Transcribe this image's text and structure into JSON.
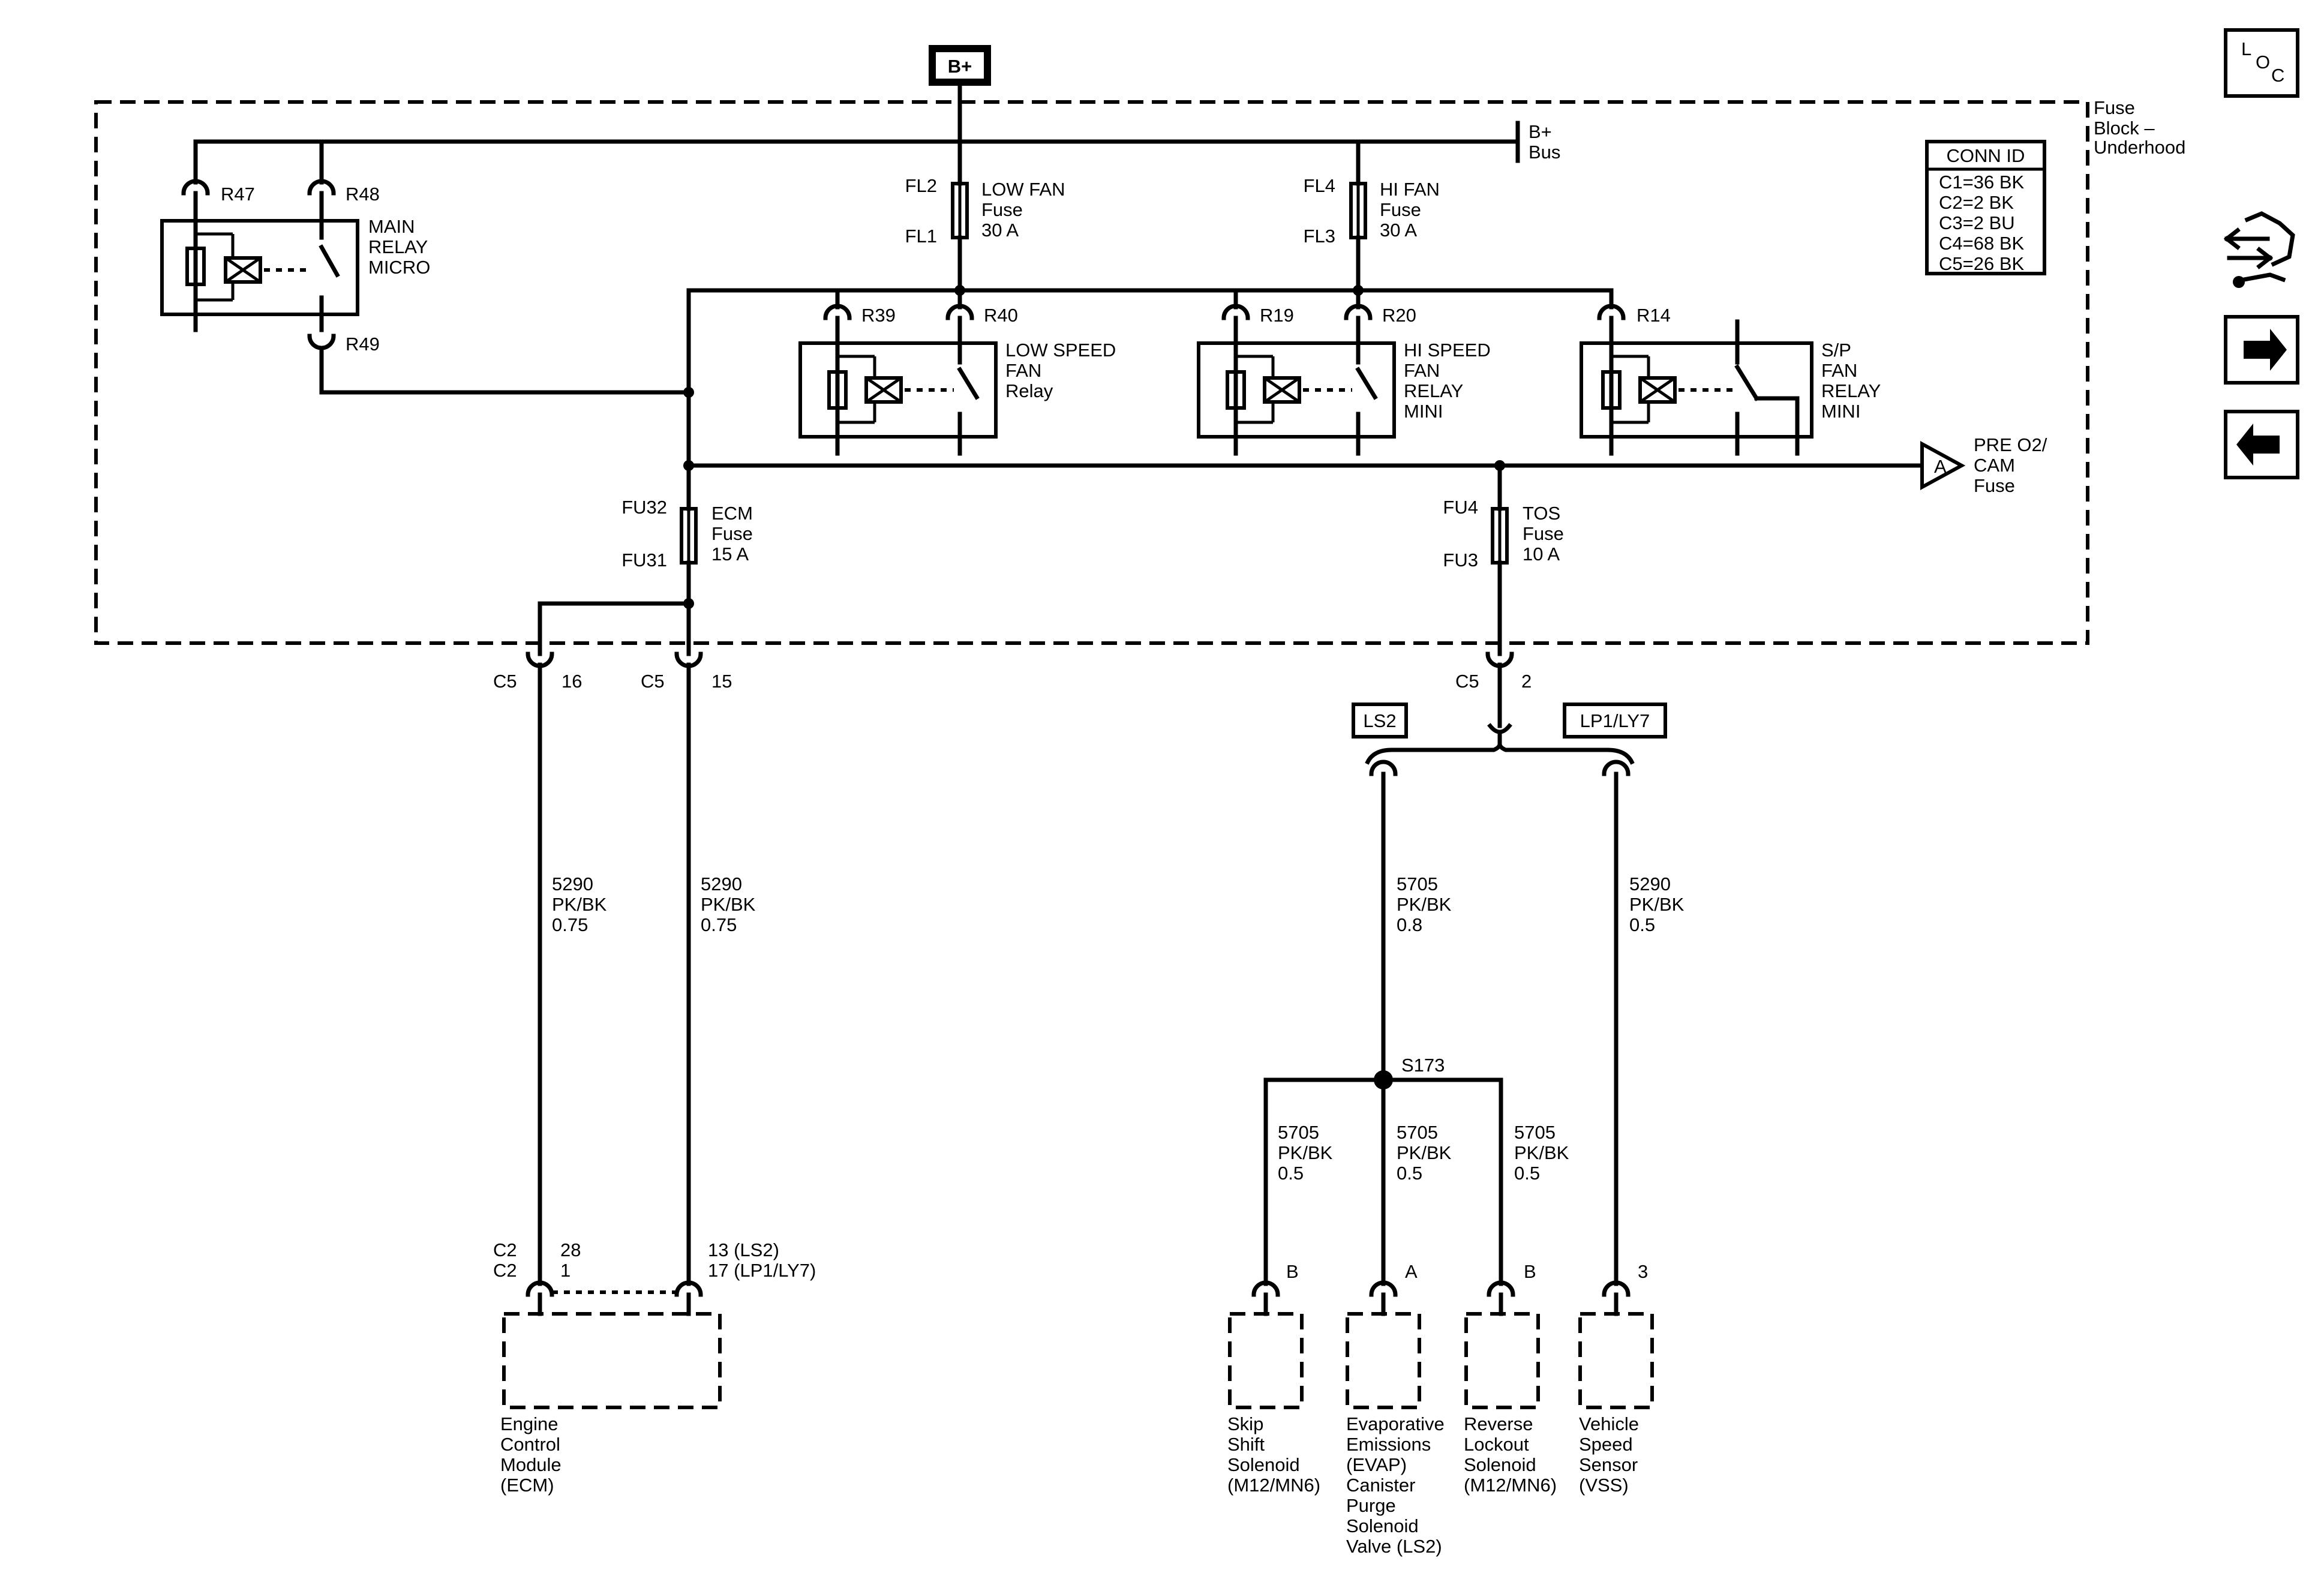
{
  "power": {
    "label": "B+"
  },
  "fuse_block": {
    "lines": [
      "Fuse",
      "Block –",
      "Underhood"
    ]
  },
  "bus": {
    "lines": [
      "B+",
      "Bus"
    ]
  },
  "conn_id": {
    "title": "CONN ID",
    "rows": [
      "C1=36 BK",
      "C2=2 BK",
      "C3=2 BU",
      "C4=68 BK",
      "C5=26 BK"
    ]
  },
  "main_relay": {
    "pins": [
      "R47",
      "R48",
      "R49"
    ],
    "lines": [
      "MAIN",
      "RELAY",
      "MICRO"
    ]
  },
  "low_fan_fuse": {
    "pins": [
      "FL2",
      "FL1"
    ],
    "lines": [
      "LOW FAN",
      "Fuse",
      "30 A"
    ]
  },
  "hi_fan_fuse": {
    "pins": [
      "FL4",
      "FL3"
    ],
    "lines": [
      "HI FAN",
      "Fuse",
      "30 A"
    ]
  },
  "low_speed_relay": {
    "pins": [
      "R39",
      "R40"
    ],
    "lines": [
      "LOW SPEED",
      "FAN",
      "Relay"
    ]
  },
  "hi_speed_relay": {
    "pins": [
      "R19",
      "R20"
    ],
    "lines": [
      "HI SPEED",
      "FAN",
      "RELAY",
      "MINI"
    ]
  },
  "sp_relay": {
    "pins": [
      "R14"
    ],
    "lines": [
      "S/P",
      "FAN",
      "RELAY",
      "MINI"
    ]
  },
  "offpage": {
    "letter": "A",
    "lines": [
      "PRE O2/",
      "CAM",
      "Fuse"
    ]
  },
  "ecm_fuse": {
    "pins": [
      "FU32",
      "FU31"
    ],
    "lines": [
      "ECM",
      "Fuse",
      "15 A"
    ]
  },
  "tos_fuse": {
    "pins": [
      "FU4",
      "FU3"
    ],
    "lines": [
      "TOS",
      "Fuse",
      "10 A"
    ]
  },
  "connectors": {
    "c5_16": {
      "conn": "C5",
      "pin": "16"
    },
    "c5_15": {
      "conn": "C5",
      "pin": "15"
    },
    "c5_2": {
      "conn": "C5",
      "pin": "2"
    }
  },
  "options": {
    "ls2": "LS2",
    "lp1": "LP1/LY7"
  },
  "wires": {
    "w1": [
      "5290",
      "PK/BK",
      "0.75"
    ],
    "w2": [
      "5290",
      "PK/BK",
      "0.75"
    ],
    "w3": [
      "5705",
      "PK/BK",
      "0.8"
    ],
    "w4": [
      "5290",
      "PK/BK",
      "0.5"
    ],
    "w5": [
      "5705",
      "PK/BK",
      "0.5"
    ],
    "w6": [
      "5705",
      "PK/BK",
      "0.5"
    ],
    "w7": [
      "5705",
      "PK/BK",
      "0.5"
    ]
  },
  "splice": {
    "label": "S173"
  },
  "ecm": {
    "conn_left": [
      "C2",
      "C2"
    ],
    "pins_left": [
      "28",
      "1"
    ],
    "pins_right": [
      "13 (LS2)",
      "17 (LP1/LY7)"
    ],
    "lines": [
      "Engine",
      "Control",
      "Module",
      "(ECM)"
    ]
  },
  "components": [
    {
      "pin": "B",
      "lines": [
        "Skip",
        "Shift",
        "Solenoid",
        "(M12/MN6)"
      ]
    },
    {
      "pin": "A",
      "lines": [
        "Evaporative",
        "Emissions",
        "(EVAP)",
        "Canister",
        "Purge",
        "Solenoid",
        "Valve (LS2)"
      ]
    },
    {
      "pin": "B",
      "lines": [
        "Reverse",
        "Lockout",
        "Solenoid",
        "(M12/MN6)"
      ]
    },
    {
      "pin": "3",
      "lines": [
        "Vehicle",
        "Speed",
        "Sensor",
        "(VSS)"
      ]
    }
  ],
  "loc": {
    "l": "L",
    "o": "O",
    "c": "C"
  },
  "nav": {
    "icons": [
      "descriptions-icon",
      "next-arrow-icon",
      "previous-arrow-icon"
    ]
  }
}
